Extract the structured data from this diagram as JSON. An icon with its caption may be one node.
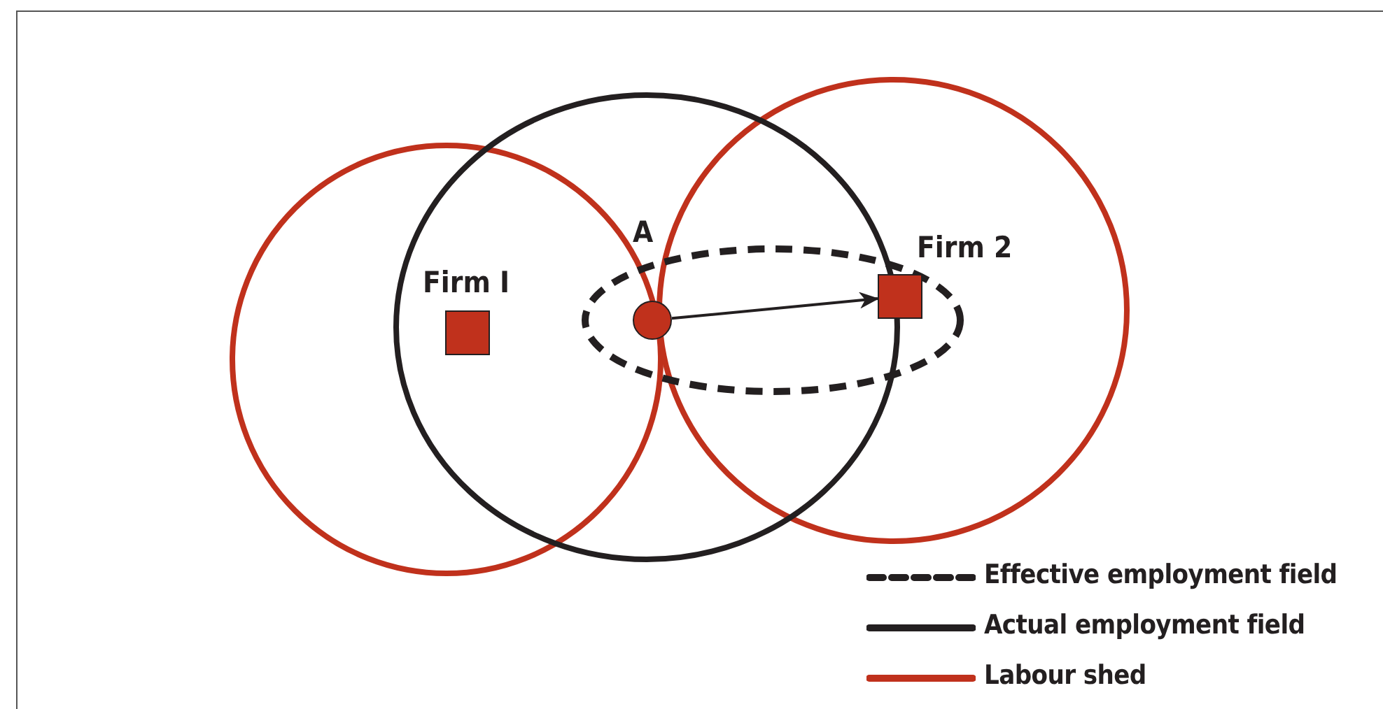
{
  "diagram": {
    "nodes": [
      {
        "text": [
          "Firm I"
        ]
      },
      {
        "text": [
          "A"
        ]
      },
      {
        "text": [
          "Firm 2"
        ]
      }
    ],
    "edges": [
      {
        "from": 1,
        "to": 2,
        "arrow": "to"
      }
    ],
    "legend": [
      {
        "text": "Effective employment field"
      },
      {
        "text": "Actual employment field"
      },
      {
        "text": "Labour shed"
      }
    ]
  }
}
